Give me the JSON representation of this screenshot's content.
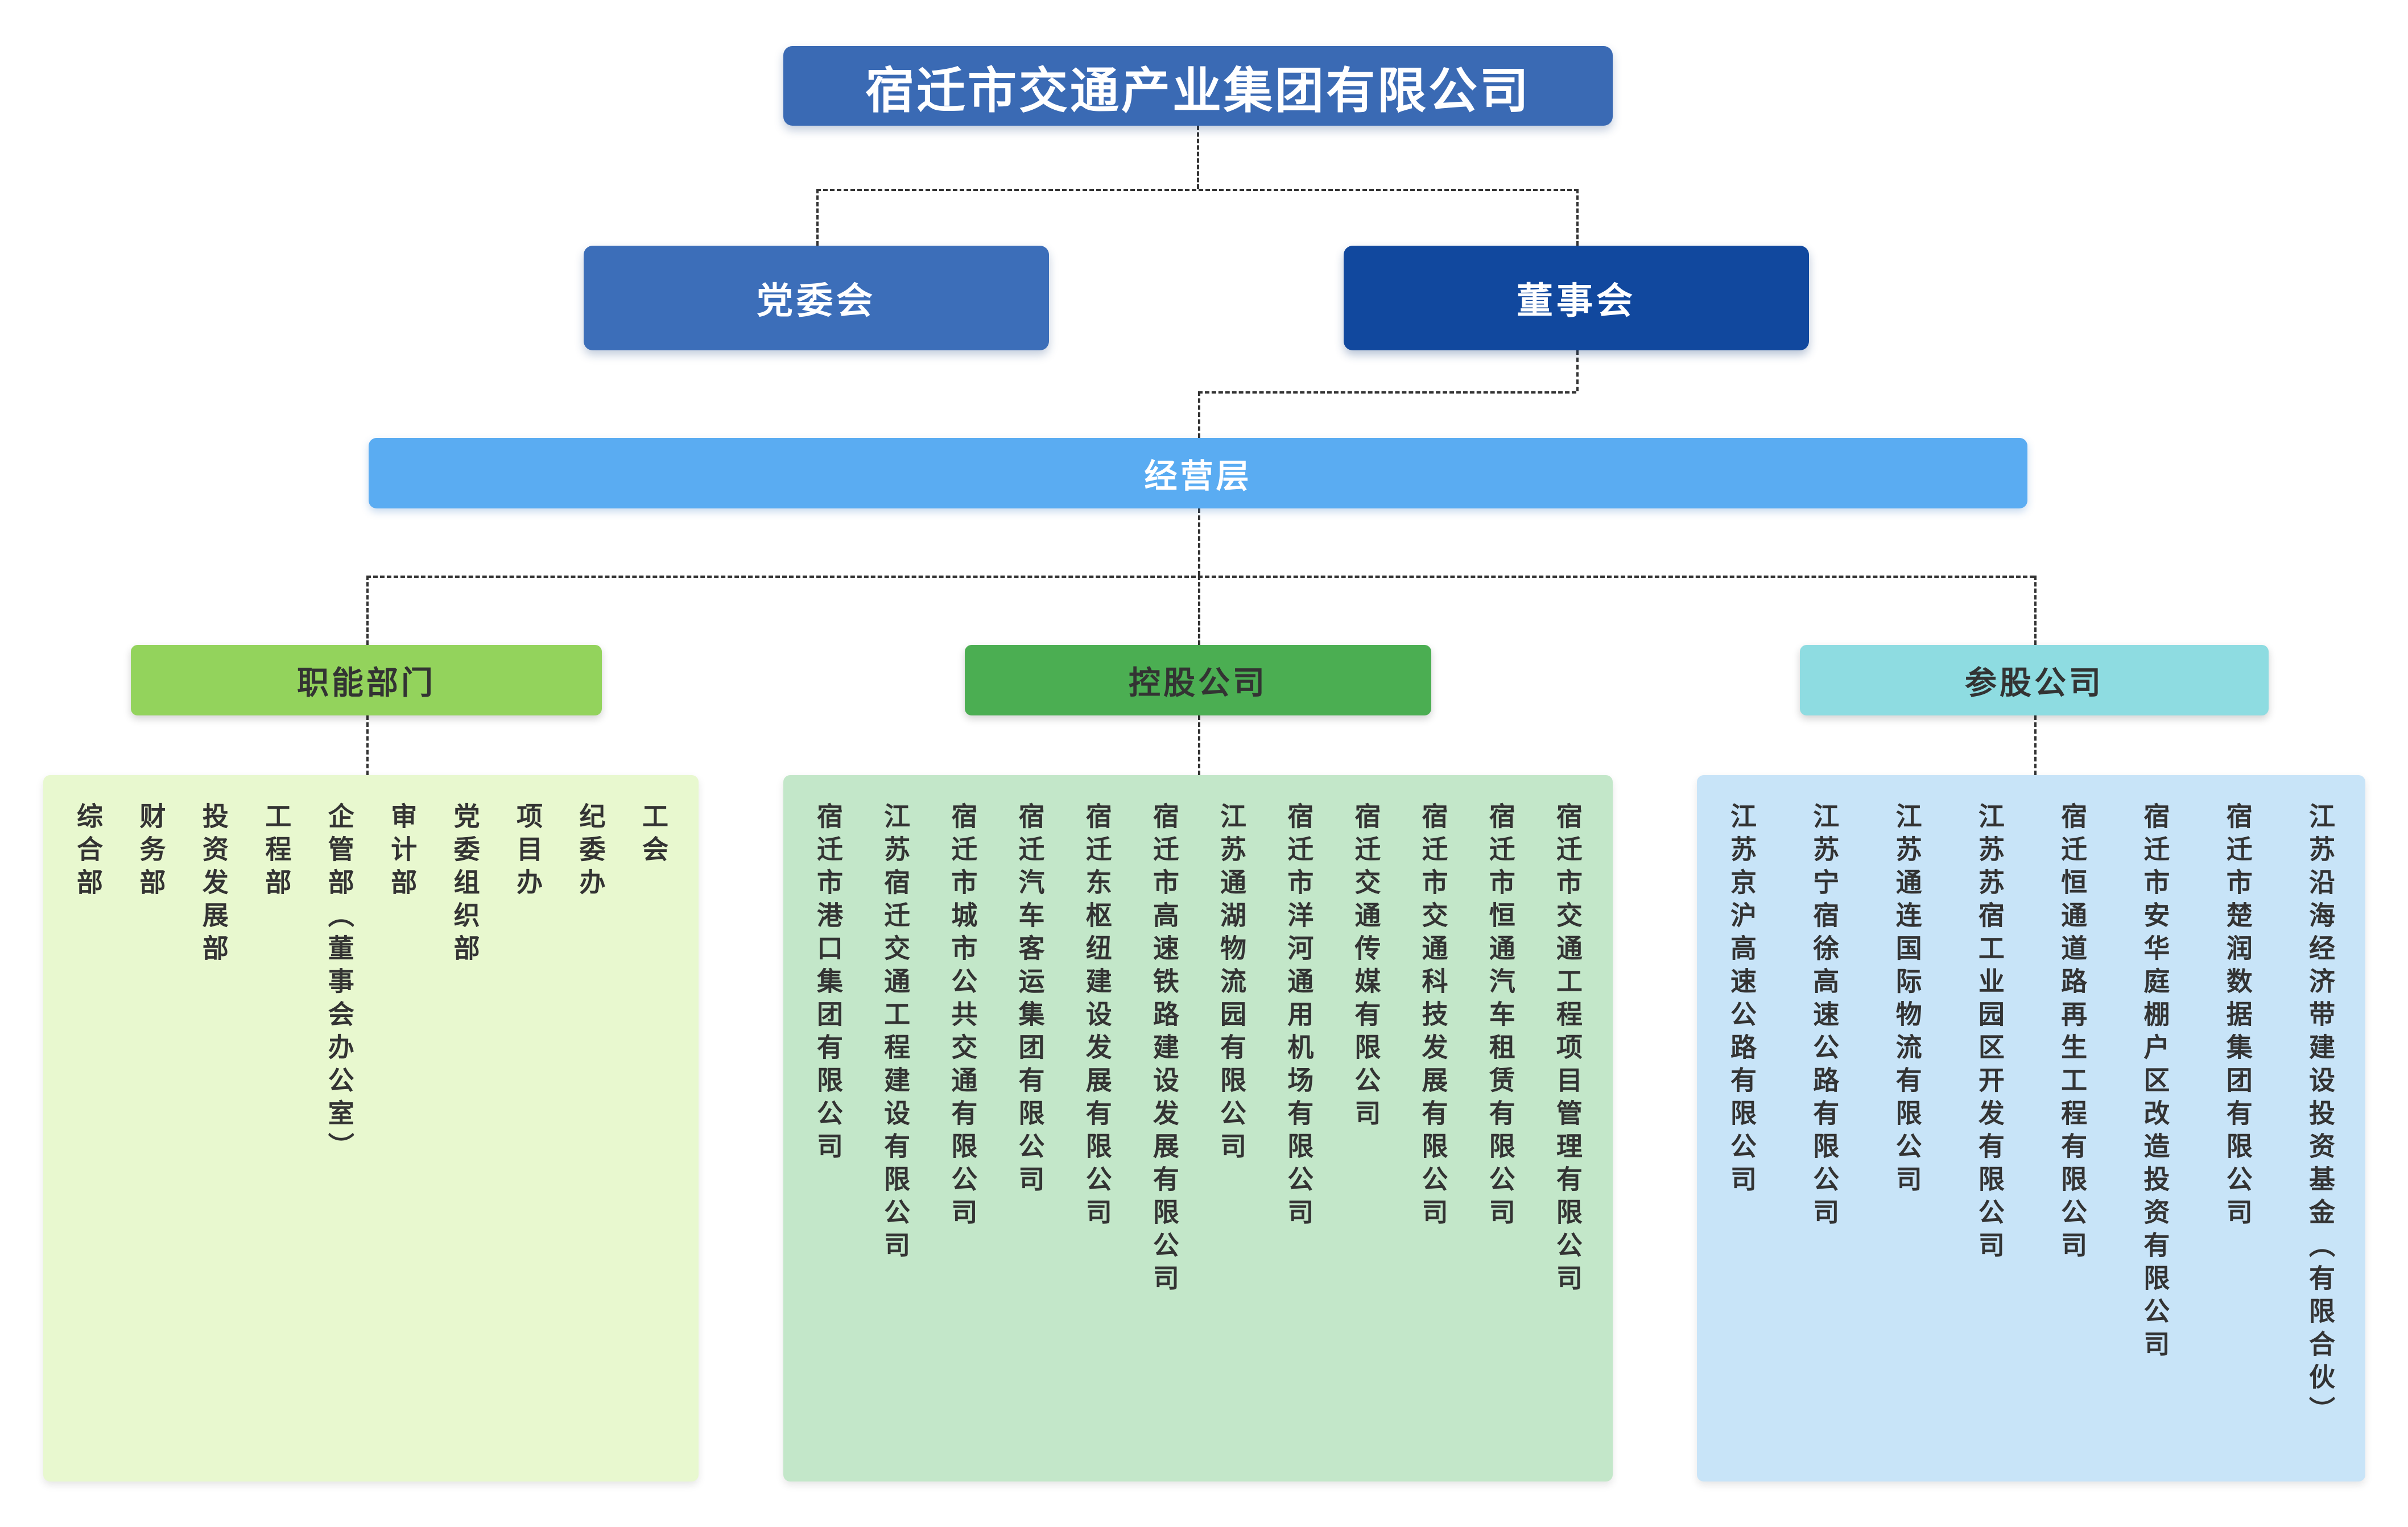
{
  "org": {
    "root": "宿迁市交通产业集团有限公司",
    "party_committee": "党委会",
    "board": "董事会",
    "management": "经营层",
    "groups": [
      {
        "label": "职能部门",
        "items": [
          "综合部",
          "财务部",
          "投资发展部",
          "工程部",
          "企管部（董事会办公室）",
          "审计部",
          "党委组织部",
          "项目办",
          "纪委办",
          "工会"
        ]
      },
      {
        "label": "控股公司",
        "items": [
          "宿迁市港口集团有限公司",
          "江苏宿迁交通工程建设有限公司",
          "宿迁市城市公共交通有限公司",
          "宿迁汽车客运集团有限公司",
          "宿迁东枢纽建设发展有限公司",
          "宿迁市高速铁路建设发展有限公司",
          "江苏通湖物流园有限公司",
          "宿迁市洋河通用机场有限公司",
          "宿迁交通传媒有限公司",
          "宿迁市交通科技发展有限公司",
          "宿迁市恒通汽车租赁有限公司",
          "宿迁市交通工程项目管理有限公司"
        ]
      },
      {
        "label": "参股公司",
        "items": [
          "江苏京沪高速公路有限公司",
          "江苏宁宿徐高速公路有限公司",
          "江苏通连国际物流有限公司",
          "江苏苏宿工业园区开发有限公司",
          "宿迁恒通道路再生工程有限公司",
          "宿迁市安华庭棚户区改造投资有限公司",
          "宿迁市楚润数据集团有限公司",
          "江苏沿海经济带建设投资基金（有限合伙）"
        ]
      }
    ]
  },
  "colors": {
    "bg": "#ffffff",
    "root-box": "#3a6ab4",
    "party": "#3c6eb9",
    "board": "#11489e",
    "management": "#5aacf2",
    "functional-header": "#93d35c",
    "holding-header": "#4bae52",
    "participating-header": "#8edce1",
    "functional-panel": "#e8f8cf",
    "holding-panel": "#c3e7c9",
    "participating-panel": "#c8e4f8",
    "line": "#333333"
  }
}
